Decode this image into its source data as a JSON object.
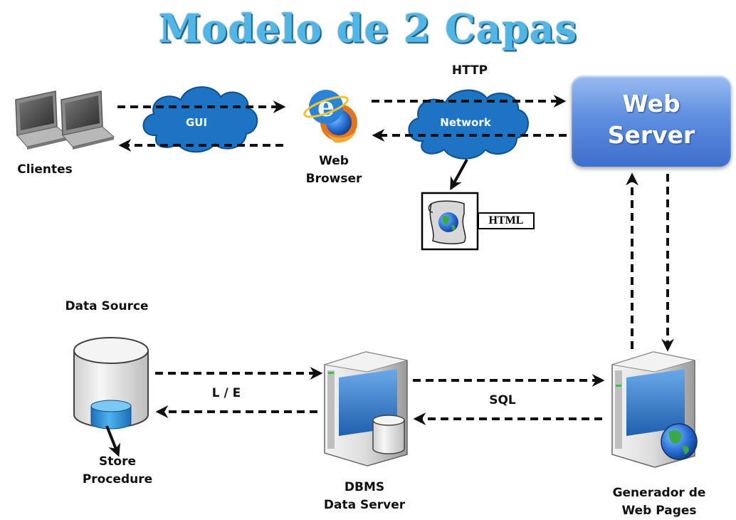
{
  "title": "Modelo de 2 Capas",
  "labels": {
    "clientes": "Clientes",
    "gui": "GUI",
    "web_browser_line1": "Web",
    "web_browser_line2": "Browser",
    "http": "HTTP",
    "network": "Network",
    "web_server_line1": "Web",
    "web_server_line2": "Server",
    "html": "HTML",
    "data_source": "Data Source",
    "store_procedure_line1": "Store",
    "store_procedure_line2": "Procedure",
    "le": "L / E",
    "dbms_line1": "DBMS",
    "dbms_line2": "Data Server",
    "sql": "SQL",
    "generador_line1": "Generador de",
    "generador_line2": "Web Pages"
  },
  "colors": {
    "title": "#4fb6e6",
    "cloud": "#1d74c4",
    "web_server": "#5f8fe0",
    "server_screen": "#3f7fc8",
    "globe": "#2a6fd6"
  }
}
